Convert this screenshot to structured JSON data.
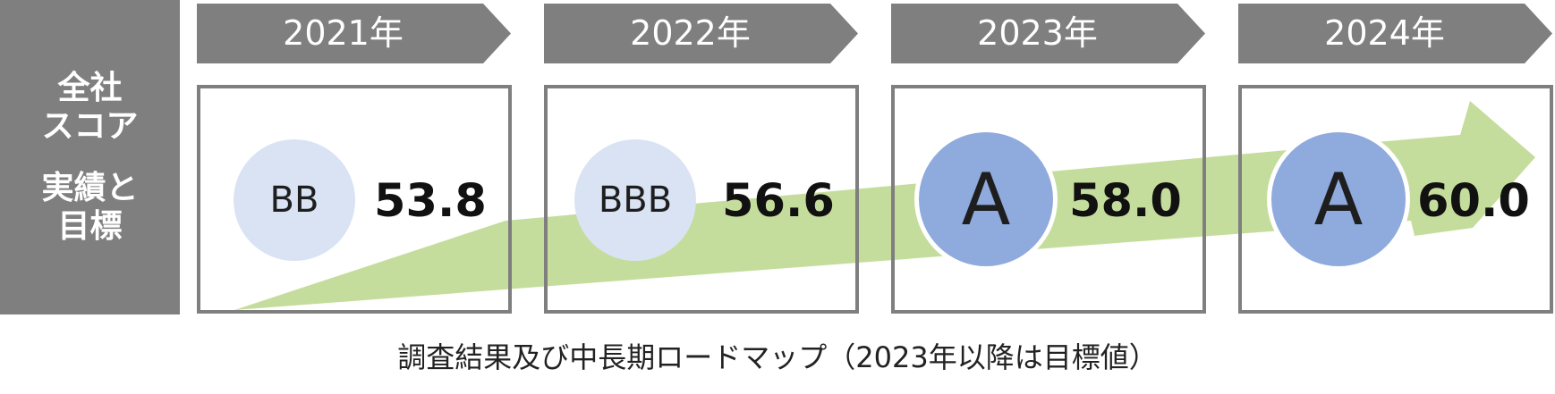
{
  "side_label": {
    "line1": "全社\nスコア",
    "line2": "実績と\n目標"
  },
  "years": [
    {
      "label": "2021年",
      "grade": "BB",
      "score": "53.8",
      "target": false
    },
    {
      "label": "2022年",
      "grade": "BBB",
      "score": "56.6",
      "target": false
    },
    {
      "label": "2023年",
      "grade": "A",
      "score": "58.0",
      "target": true
    },
    {
      "label": "2024年",
      "grade": "A",
      "score": "60.0",
      "target": true
    }
  ],
  "caption": "調査結果及び中長期ロードマップ（2023年以降は目標値）",
  "colors": {
    "header_gray": "#7f7f7f",
    "arrow_green": "#c5dd9c",
    "grade_light": "#dae3f3",
    "grade_dark": "#8faadc"
  },
  "icons": {
    "trend": "upward-trend-arrow"
  }
}
